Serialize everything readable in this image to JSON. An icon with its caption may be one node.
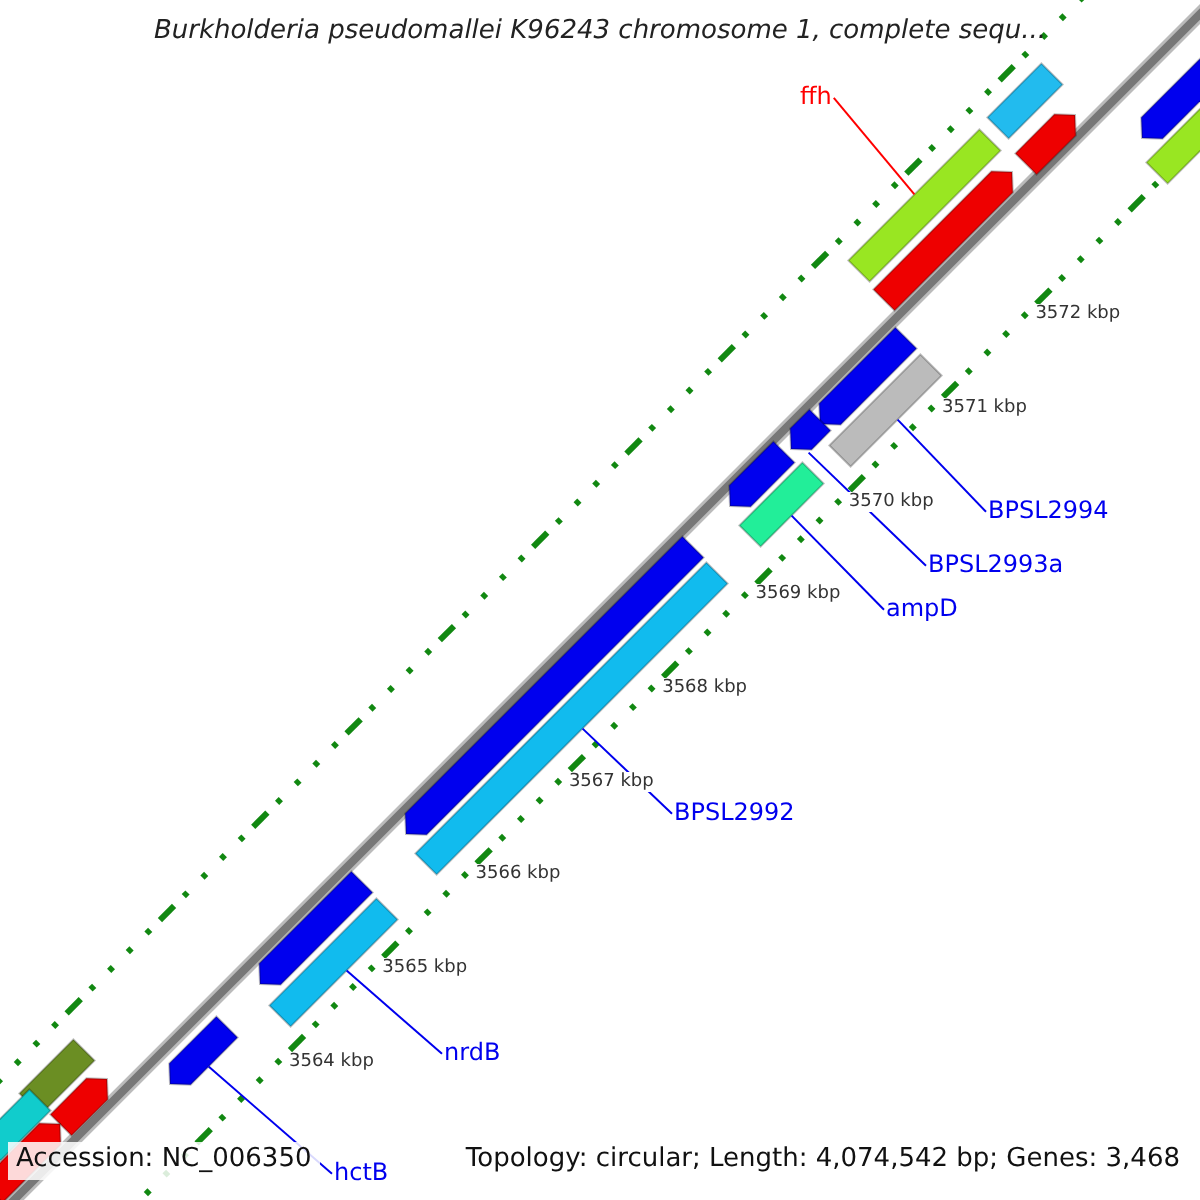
{
  "diagram": {
    "title": "Burkholderia pseudomallei K96243 chromosome 1, complete sequ...",
    "nodes": [
      {
        "text": [
          "ffh"
        ]
      },
      {
        "text": [
          "BPSL2994"
        ]
      },
      {
        "text": [
          "BPSL2993a"
        ]
      },
      {
        "text": [
          "ampD"
        ]
      },
      {
        "text": [
          "BPSL2992"
        ]
      },
      {
        "text": [
          "nrdB"
        ]
      },
      {
        "text": [
          "hctB"
        ]
      },
      {
        "text": [],
        "shape": "bar"
      },
      {
        "text": [],
        "shape": "bar"
      },
      {
        "text": [],
        "shape": "bar"
      },
      {
        "text": [],
        "shape": "bar"
      },
      {
        "text": [],
        "shape": "bar"
      },
      {
        "text": [],
        "shape": "bar"
      },
      {
        "text": [],
        "shape": "bar"
      },
      {
        "text": [],
        "shape": "bar"
      },
      {
        "text": [],
        "shape": "bar"
      },
      {
        "text": [],
        "shape": "bar"
      },
      {
        "text": [],
        "shape": "bar"
      },
      {
        "text": [],
        "shape": "bar"
      },
      {
        "text": [],
        "shape": "bar"
      },
      {
        "text": [],
        "shape": "bar"
      },
      {
        "text": [],
        "shape": "bar"
      },
      {
        "text": [],
        "shape": "bar"
      },
      {
        "text": [],
        "shape": "bar"
      },
      {
        "text": [],
        "shape": "bar"
      },
      {
        "text": [],
        "shape": "bar"
      },
      {
        "text": [],
        "shape": "bar"
      }
    ],
    "edges": [
      {
        "from": 0,
        "to": 11,
        "arrow": "none",
        "color": "#ff0000"
      },
      {
        "from": 1,
        "to": 14,
        "arrow": "none"
      },
      {
        "from": 2,
        "to": 15,
        "arrow": "none"
      },
      {
        "from": 3,
        "to": 17,
        "arrow": "none"
      },
      {
        "from": 4,
        "to": 19,
        "arrow": "none"
      },
      {
        "from": 5,
        "to": 21,
        "arrow": "none"
      },
      {
        "from": 6,
        "to": 22,
        "arrow": "none"
      }
    ],
    "labels": [
      "3572 kbp",
      "3571 kbp",
      "3570 kbp",
      "3569 kbp",
      "3568 kbp",
      "3567 kbp",
      "3566 kbp",
      "3565 kbp",
      "3564 kbp",
      "Accession: NC_006350",
      "Topology: circular; Length: 4,074,542 bp; Genes: 3,468"
    ]
  }
}
